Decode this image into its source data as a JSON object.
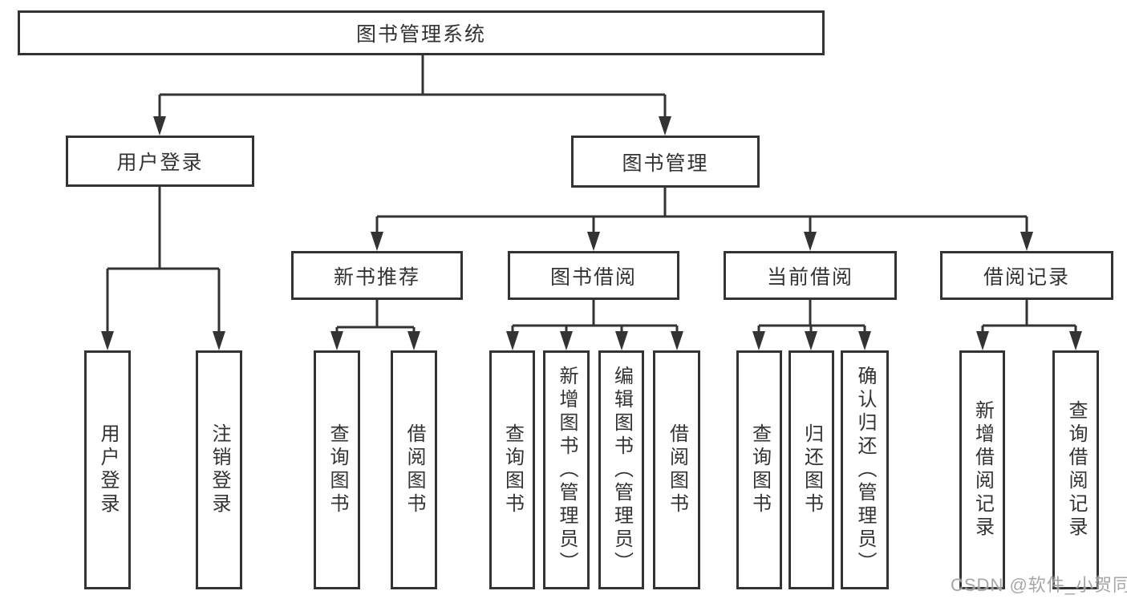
{
  "diagram": {
    "root": "图书管理系统",
    "user_login": "用户登录",
    "book_mgmt": "图书管理",
    "new_book_rec": "新书推荐",
    "book_borrow": "图书借阅",
    "current_borrow": "当前借阅",
    "borrow_record": "借阅记录",
    "leaf_user_login": "用户登录",
    "leaf_logout": "注销登录",
    "nbr_query_book": "查询图书",
    "nbr_borrow_book": "借阅图书",
    "bb_query_book": "查询图书",
    "bb_add_book": "新增图书（管理员）",
    "bb_edit_book": "编辑图书（管理员）",
    "bb_borrow_book": "借阅图书",
    "cb_query_book": "查询图书",
    "cb_return_book": "归还图书",
    "cb_confirm_return": "确认归还（管理员）",
    "br_add_record": "新增借阅记录",
    "br_query_record": "查询借阅记录"
  },
  "watermark": "CSDN @软件_小贺同学",
  "colors": {
    "line": "#333333",
    "box_border": "#333333",
    "box_background": "#ffffff",
    "text": "#333333",
    "watermark": "#969696",
    "background": "#ffffff"
  }
}
